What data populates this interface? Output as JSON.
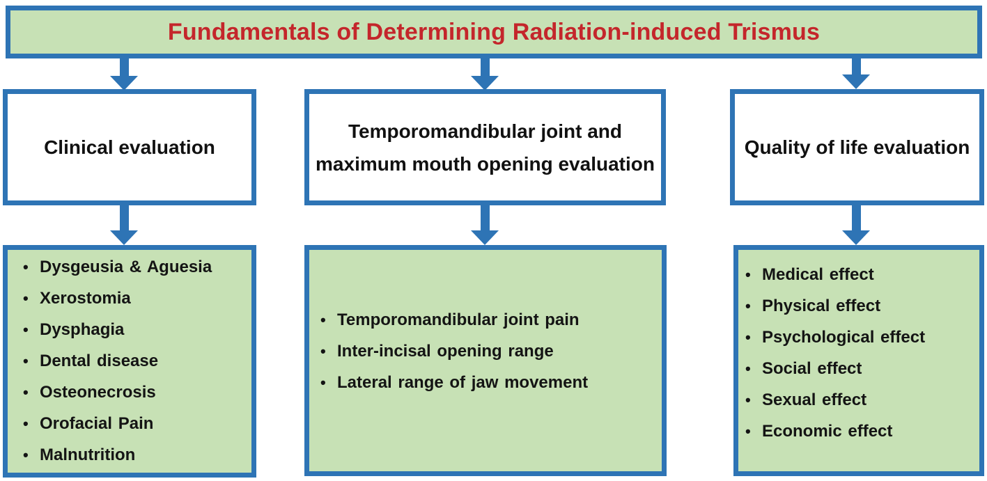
{
  "title": "Fundamentals of Determining Radiation-induced Trismus",
  "colors": {
    "banner_fill": "#c7e1b5",
    "list_fill": "#c7e1b5",
    "border_blue": "#2e74b5",
    "title_red": "#c4262b",
    "text_black": "#141414"
  },
  "columns": [
    {
      "header_lines": [
        "Clinical evaluation"
      ],
      "items": [
        "Dysgeusia & Aguesia",
        "Xerostomia",
        "Dysphagia",
        "Dental disease",
        "Osteonecrosis",
        "Orofacial Pain",
        "Malnutrition"
      ]
    },
    {
      "header_lines": [
        "Temporomandibular joint and",
        "maximum mouth opening evaluation"
      ],
      "items": [
        "Temporomandibular joint pain",
        "Inter-incisal opening range",
        "Lateral range of jaw movement"
      ]
    },
    {
      "header_lines": [
        "Quality of life evaluation"
      ],
      "items": [
        "Medical effect",
        "Physical effect",
        "Psychological effect",
        "Social effect",
        "Sexual effect",
        "Economic effect"
      ]
    }
  ]
}
